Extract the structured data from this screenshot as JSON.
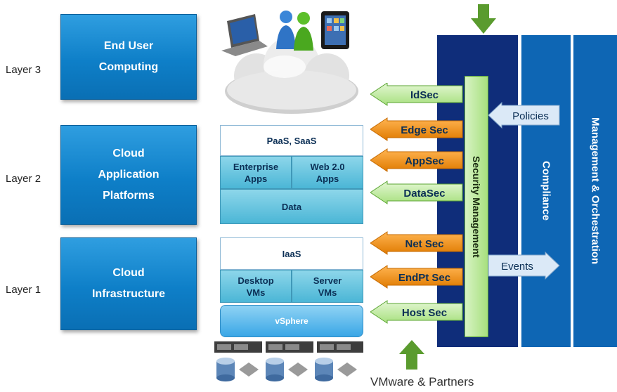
{
  "layers": [
    {
      "label": "Layer 3",
      "box_lines": [
        "End User",
        "Computing"
      ]
    },
    {
      "label": "Layer 2",
      "box_lines": [
        "Cloud",
        "Application",
        "Platforms"
      ]
    },
    {
      "label": "Layer 1",
      "box_lines": [
        "Cloud",
        "Infrastructure"
      ]
    }
  ],
  "platform_stack": {
    "title": "PaaS, SaaS",
    "left_lines": [
      "Enterprise",
      "Apps"
    ],
    "right_lines": [
      "Web 2.0",
      "Apps"
    ],
    "bottom": "Data"
  },
  "infra_stack": {
    "title": "IaaS",
    "left_lines": [
      "Desktop",
      "VMs"
    ],
    "right_lines": [
      "Server",
      "VMs"
    ],
    "bottom": "vSphere"
  },
  "security_arrows": [
    {
      "label": "IdSec",
      "style": "green"
    },
    {
      "label": "Edge Sec",
      "style": "orange"
    },
    {
      "label": "AppSec",
      "style": "orange"
    },
    {
      "label": "DataSec",
      "style": "green"
    },
    {
      "label": "Net Sec",
      "style": "orange"
    },
    {
      "label": "EndPt Sec",
      "style": "orange"
    },
    {
      "label": "Host Sec",
      "style": "green"
    }
  ],
  "security_management": "Security Management",
  "compliance": "Compliance",
  "management": "Management & Orchestration",
  "policies": "Policies",
  "events": "Events",
  "partners": "VMware & Partners",
  "colors": {
    "layer_box": "#0e7fc8",
    "navy_column": "#0f2d7a",
    "blue_column": "#0e66b4",
    "green_arrow": "#a7e07e",
    "orange_arrow": "#f08a00",
    "entry_arrow": "#5a9b2e"
  },
  "icons": [
    "laptop-icon",
    "user-blue-icon",
    "user-green-icon",
    "tablet-icon",
    "cloud-icon",
    "server-rack-icon",
    "database-icon"
  ]
}
